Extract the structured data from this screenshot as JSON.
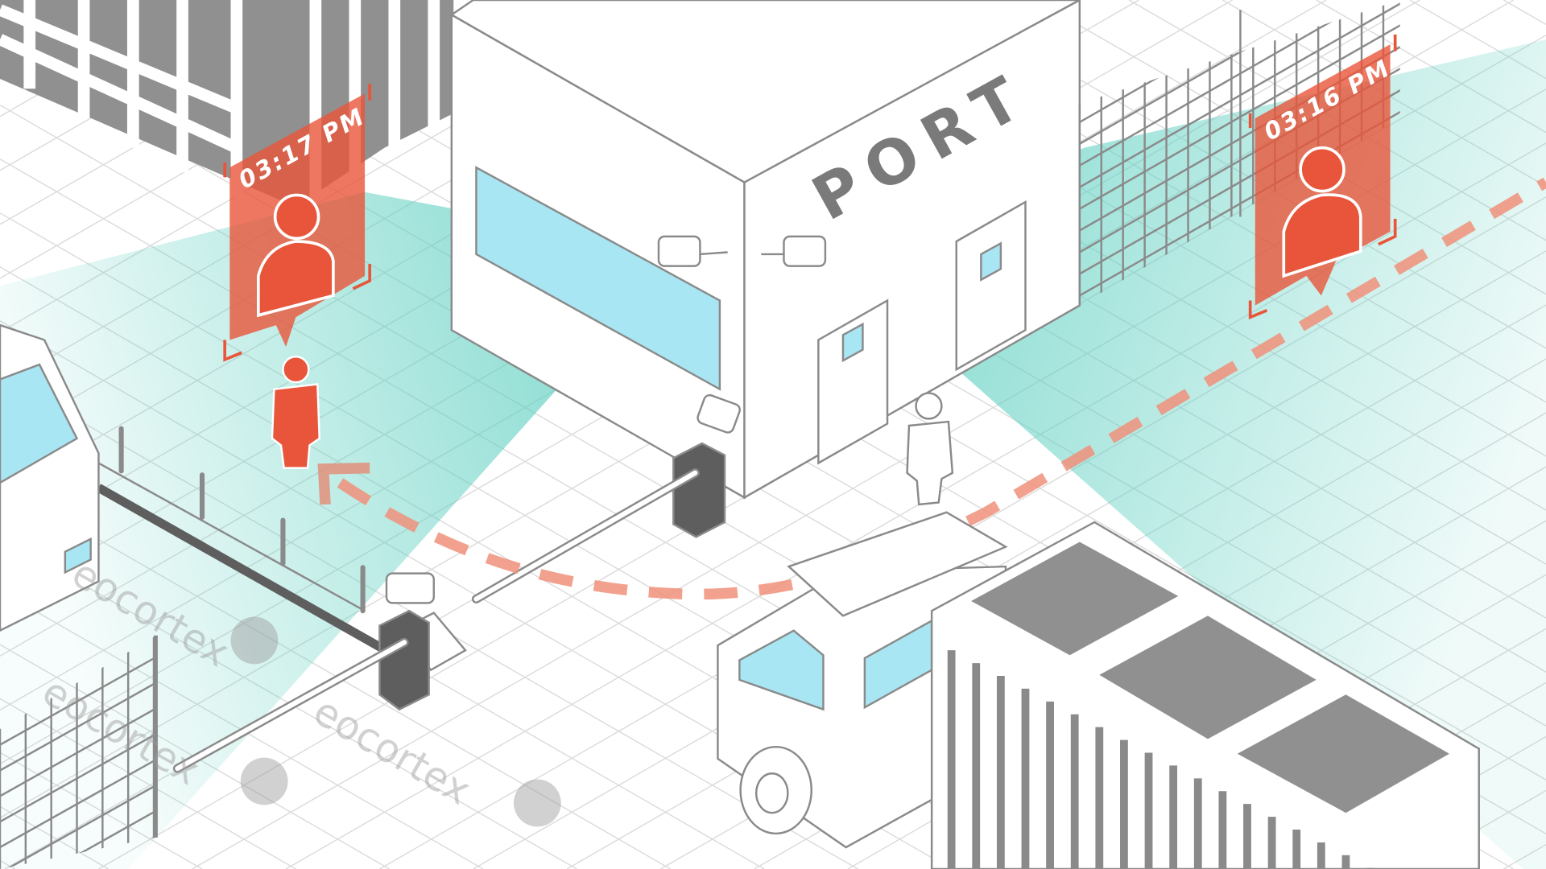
{
  "scene": {
    "building_sign": "PORT",
    "watermark": "eocortex",
    "alerts": [
      {
        "time": "03:17 PM",
        "icon": "person-icon"
      },
      {
        "time": "03:16 PM",
        "icon": "person-icon"
      }
    ]
  },
  "colors": {
    "alert": "#e8553a",
    "camera_cone": "#5ccfc0",
    "glass": "#a9e6f4",
    "path": "#f0907a",
    "outline": "#8a8a8a"
  }
}
